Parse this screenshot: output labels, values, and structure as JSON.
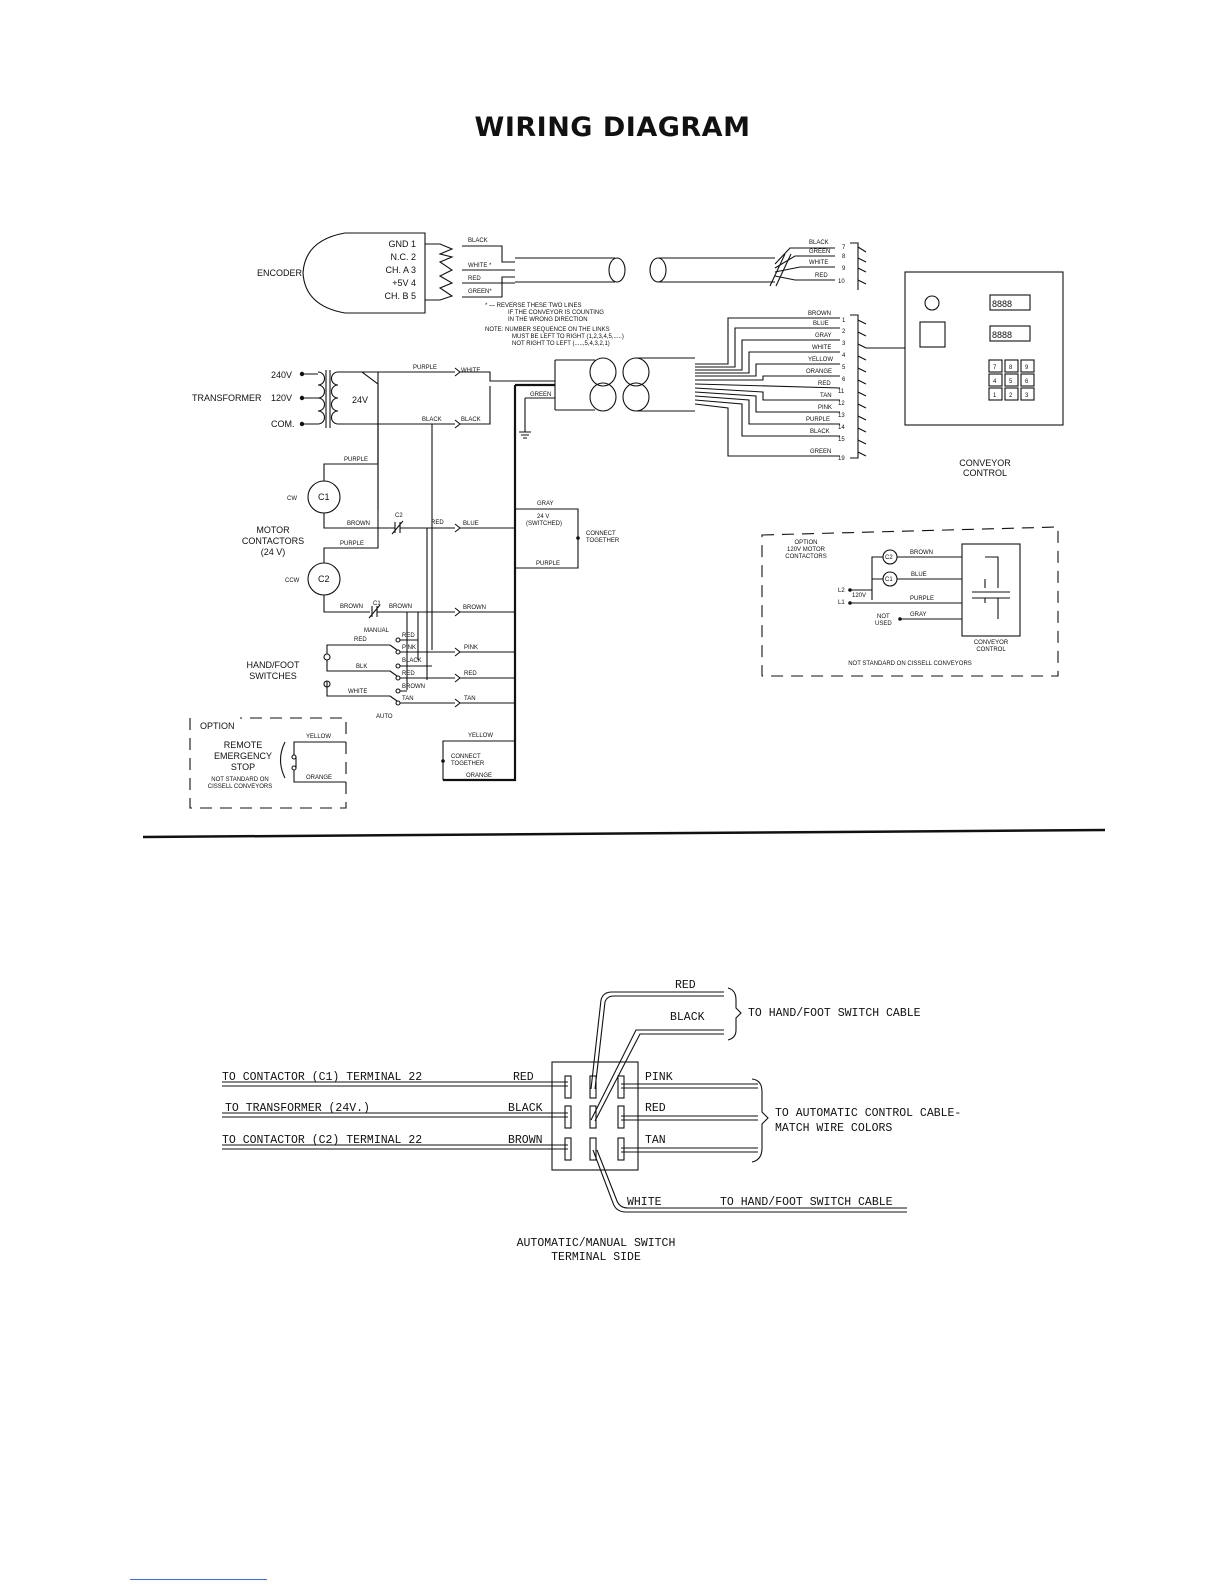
{
  "title": "WIRING DIAGRAM",
  "encoder": {
    "label": "ENCODER",
    "pins": [
      "GND 1",
      "N.C. 2",
      "CH. A 3",
      "+5V 4",
      "CH. B 5"
    ],
    "wires": [
      "BLACK",
      "WHITE *",
      "RED",
      "GREEN*"
    ]
  },
  "encoder_end": {
    "wires": [
      "BLACK",
      "GREEN",
      "WHITE",
      "RED"
    ],
    "numbers": [
      "7",
      "8",
      "9",
      "10"
    ]
  },
  "notes": [
    "* — REVERSE THESE TWO LINES",
    "IF THE CONVEYOR IS COUNTING",
    "IN THE WRONG DIRECTION",
    "NOTE: NUMBER SEQUENCE ON THE LINKS",
    "MUST BE LEFT TO RIGHT (1,2,3,4,5,.....)",
    "NOT RIGHT TO LEFT (.....,5,4,3,2,1)"
  ],
  "cable_end": {
    "wires": [
      "BROWN",
      "BLUE",
      "GRAY",
      "WHITE",
      "YELLOW",
      "ORANGE",
      "RED",
      "TAN",
      "PINK",
      "PURPLE",
      "BLACK",
      "GREEN"
    ],
    "numbers": [
      "1",
      "2",
      "3",
      "4",
      "5",
      "6",
      "11",
      "12",
      "13",
      "14",
      "15",
      "19"
    ]
  },
  "conveyor_control": {
    "label": [
      "CONVEYOR",
      "CONTROL"
    ],
    "displays": [
      "8888",
      "8888"
    ],
    "keypad": [
      "7",
      "8",
      "9",
      "4",
      "5",
      "6",
      "1",
      "2",
      "3"
    ]
  },
  "transformer": {
    "label": "TRANSFORMER",
    "taps": [
      "240V",
      "120V",
      "COM."
    ],
    "secondary": "24V",
    "wires": [
      "PURPLE",
      "WHITE",
      "BLACK",
      "BLACK",
      "GREEN"
    ]
  },
  "contactors": {
    "label": [
      "MOTOR",
      "CONTACTORS",
      "(24 V)"
    ],
    "cw": "CW",
    "ccw": "CCW",
    "c1": "C1",
    "c2": "C2",
    "wires": [
      "PURPLE",
      "BROWN",
      "PURPLE",
      "BROWN",
      "RED",
      "BLUE",
      "BROWN",
      "BROWN"
    ],
    "contacts": [
      "C2",
      "C1"
    ]
  },
  "switched": {
    "wires": [
      "GRAY",
      "PURPLE"
    ],
    "label": [
      "24 V",
      "(SWITCHED)"
    ],
    "connect": [
      "CONNECT",
      "TOGETHER"
    ]
  },
  "hand_foot": {
    "label": [
      "HAND/FOOT",
      "SWITCHES"
    ],
    "manual": "MANUAL",
    "auto": "AUTO",
    "left_wires": [
      "RED",
      "BLK",
      "WHITE"
    ],
    "inner_wires": [
      "RED",
      "PINK",
      "BLACK",
      "RED",
      "BROWN",
      "TAN"
    ],
    "out_wires": [
      "PINK",
      "RED",
      "TAN"
    ]
  },
  "estop_option": {
    "option": "OPTION",
    "label": [
      "REMOTE",
      "EMERGENCY",
      "STOP"
    ],
    "note": [
      "NOT STANDARD ON",
      "CISSELL CONVEYORS"
    ],
    "wires": [
      "YELLOW",
      "ORANGE"
    ]
  },
  "yellow_orange_box": {
    "wires": [
      "YELLOW",
      "ORANGE"
    ],
    "connect": [
      "CONNECT",
      "TOGETHER"
    ]
  },
  "motor_option": {
    "title": [
      "OPTION",
      "120V MOTOR",
      "CONTACTORS"
    ],
    "c2": "C2",
    "c1": "C1",
    "wires": [
      "BROWN",
      "BLUE",
      "PURPLE",
      "GRAY"
    ],
    "l2": "L2",
    "l1": "L1",
    "volt": "120V",
    "not_used": [
      "NOT",
      "USED"
    ],
    "control": [
      "CONVEYOR",
      "CONTROL"
    ],
    "note": "NOT STANDARD ON CISSELL CONVEYORS"
  },
  "switch_diagram": {
    "left_labels": [
      "TO CONTACTOR (C1) TERMINAL 22",
      "TO TRANSFORMER (24V.)",
      "TO CONTACTOR (C2) TERMINAL 22"
    ],
    "left_colors": [
      "RED",
      "BLACK",
      "BROWN"
    ],
    "right_colors": [
      "PINK",
      "RED",
      "TAN"
    ],
    "top_colors": [
      "RED",
      "BLACK"
    ],
    "top_dest": "TO HAND/FOOT SWITCH CABLE",
    "right_dest": [
      "TO AUTOMATIC CONTROL CABLE-",
      "MATCH WIRE COLORS"
    ],
    "bottom_color": "WHITE",
    "bottom_dest": "TO HAND/FOOT SWITCH CABLE",
    "caption": [
      "AUTOMATIC/MANUAL SWITCH",
      "TERMINAL SIDE"
    ]
  }
}
